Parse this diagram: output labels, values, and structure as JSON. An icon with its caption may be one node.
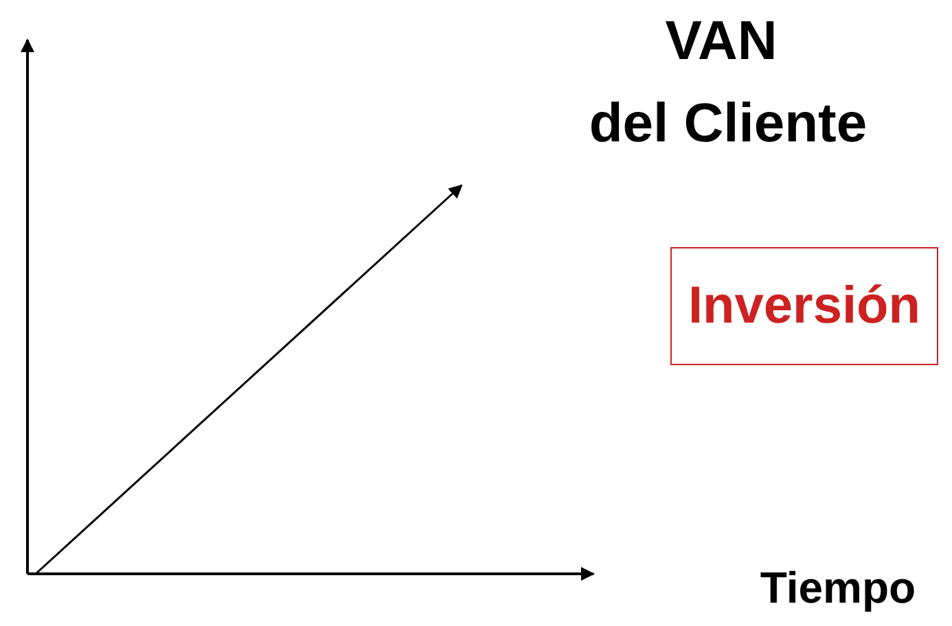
{
  "diagram": {
    "nodes": [
      {
        "text": [
          "Inversión"
        ]
      }
    ],
    "labels": [
      "VAN",
      "del Cliente",
      "Tiempo"
    ]
  }
}
